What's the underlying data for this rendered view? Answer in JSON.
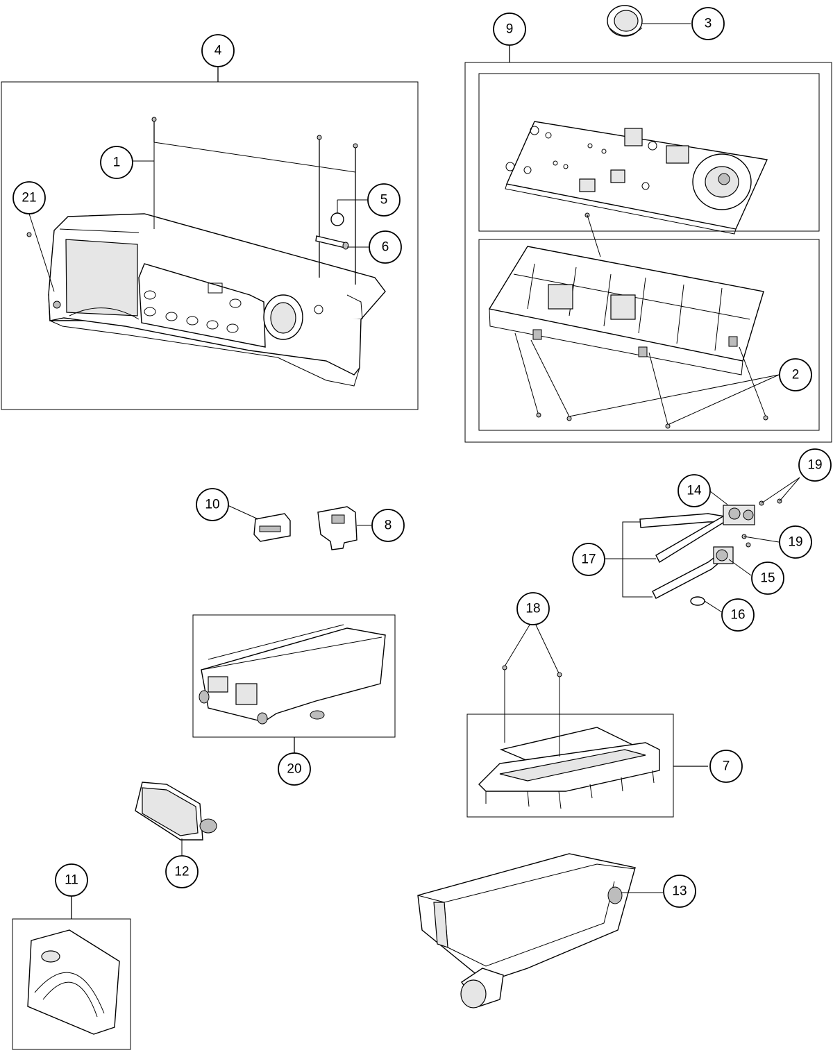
{
  "callouts": [
    {
      "id": "1",
      "label": "1"
    },
    {
      "id": "2",
      "label": "2"
    },
    {
      "id": "3",
      "label": "3"
    },
    {
      "id": "4",
      "label": "4"
    },
    {
      "id": "5",
      "label": "5"
    },
    {
      "id": "6",
      "label": "6"
    },
    {
      "id": "7",
      "label": "7"
    },
    {
      "id": "8",
      "label": "8"
    },
    {
      "id": "9",
      "label": "9"
    },
    {
      "id": "10",
      "label": "10"
    },
    {
      "id": "11",
      "label": "11"
    },
    {
      "id": "12",
      "label": "12"
    },
    {
      "id": "13",
      "label": "13"
    },
    {
      "id": "14",
      "label": "14"
    },
    {
      "id": "15",
      "label": "15"
    },
    {
      "id": "16",
      "label": "16"
    },
    {
      "id": "17",
      "label": "17"
    },
    {
      "id": "18",
      "label": "18"
    },
    {
      "id": "19a",
      "label": "19"
    },
    {
      "id": "19b",
      "label": "19"
    },
    {
      "id": "20",
      "label": "20"
    },
    {
      "id": "21",
      "label": "21"
    }
  ]
}
